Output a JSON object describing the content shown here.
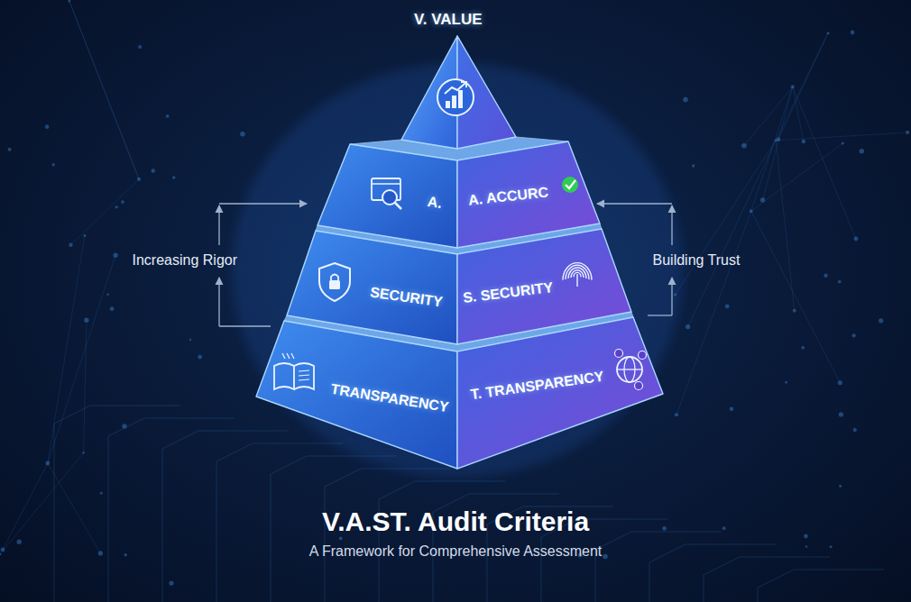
{
  "diagram": {
    "title": "V.A.ST. Audit Criteria",
    "caption": "A Framework for Comprehensive Assessment",
    "nodes": [
      {
        "text": [
          "V. VALUE"
        ]
      },
      {
        "text": [
          "A."
        ]
      },
      {
        "text": [
          "A. ACCURC"
        ]
      },
      {
        "text": [
          "SECURITY"
        ]
      },
      {
        "text": [
          "S. SECURITY"
        ]
      },
      {
        "text": [
          "TRANSPARENCY"
        ]
      },
      {
        "text": [
          "T. TRANSPARENCY"
        ]
      }
    ],
    "labels": [
      "Increasing Rigor",
      "Building Trust"
    ]
  }
}
